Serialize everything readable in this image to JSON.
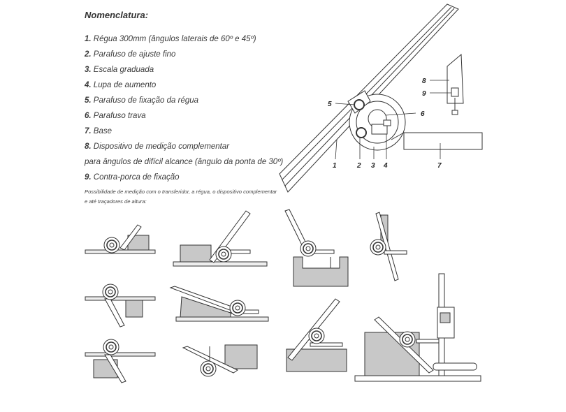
{
  "title": "Nomenclatura:",
  "legend": [
    {
      "num": "1.",
      "text": "Régua 300mm (ângulos laterais de 60º e 45º)"
    },
    {
      "num": "2.",
      "text": "Parafuso de ajuste fino"
    },
    {
      "num": "3.",
      "text": "Escala graduada"
    },
    {
      "num": "4.",
      "text": "Lupa de aumento"
    },
    {
      "num": "5.",
      "text": "Parafuso de fixação da régua"
    },
    {
      "num": "6.",
      "text": "Parafuso trava"
    },
    {
      "num": "7.",
      "text": "Base"
    },
    {
      "num": "8.",
      "text": "Dispositivo de medição complementar"
    },
    {
      "num": "",
      "text": "para ângulos de difícil alcance (ângulo da ponta de 30º)"
    },
    {
      "num": "9.",
      "text": "Contra-porca de fixação"
    }
  ],
  "note": {
    "line1": "Possibilidade de medição com o transferidor, a régua, o dispositivo complementar",
    "line2": "e até traçadores de altura:"
  },
  "callouts": [
    "5",
    "6",
    "1",
    "2",
    "3",
    "4",
    "7",
    "8",
    "9"
  ],
  "colors": {
    "line": "#333333",
    "block": "#c8c8c8",
    "base": "#eeeeee"
  }
}
